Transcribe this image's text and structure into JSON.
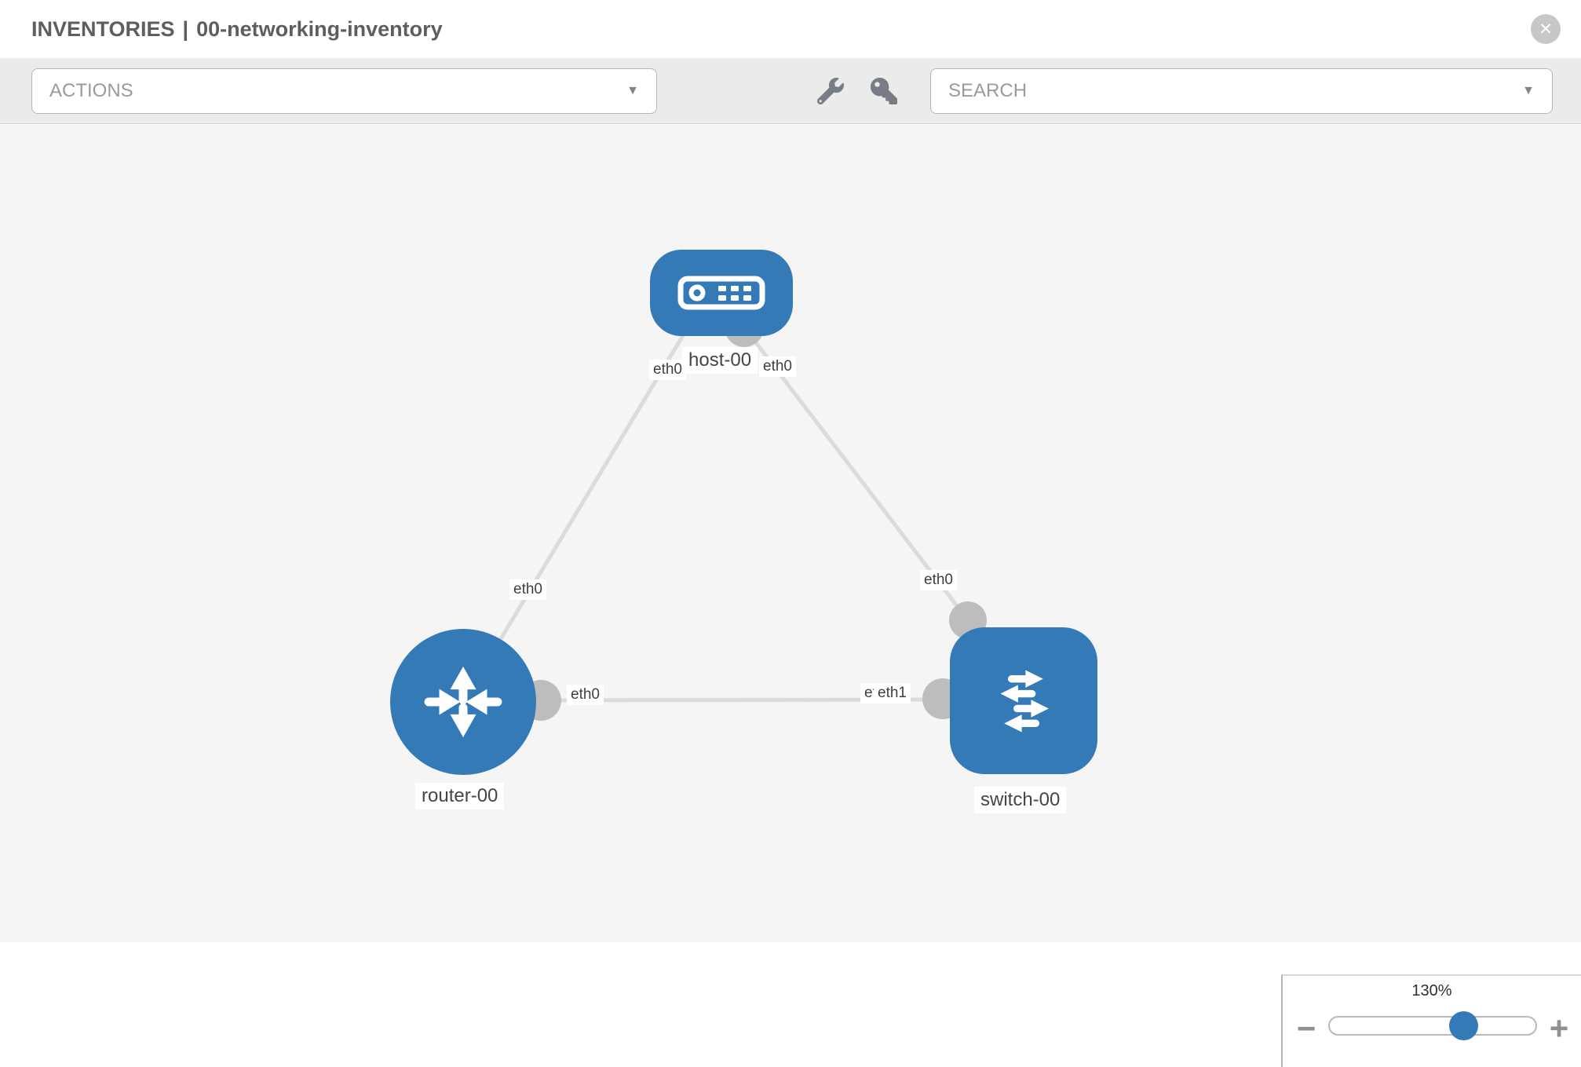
{
  "header": {
    "section": "INVENTORIES",
    "separator": "|",
    "item": "00-networking-inventory",
    "close_glyph": "✕"
  },
  "toolbar": {
    "actions_label": "ACTIONS",
    "search_label": "SEARCH",
    "caret_glyph": "▼"
  },
  "topology": {
    "nodes": {
      "host": {
        "name": "host-00",
        "type": "host"
      },
      "router": {
        "name": "router-00",
        "type": "router"
      },
      "switch": {
        "name": "switch-00",
        "type": "switch"
      }
    },
    "links": [
      {
        "from": "host-00",
        "to": "router-00",
        "from_interface": "eth0",
        "to_interface": "eth0"
      },
      {
        "from": "host-00",
        "to": "switch-00",
        "from_interface": "eth0",
        "to_interface": "eth0"
      },
      {
        "from": "router-00",
        "to": "switch-00",
        "from_interface": "eth0",
        "to_interface": "eth1"
      }
    ],
    "interface_labels": {
      "host_left": "eth0",
      "host_right": "eth0",
      "link_host_router": "eth0",
      "router_right": "eth0",
      "switch_top": "eth0",
      "switch_left_under": "eth0",
      "switch_left": "eth1"
    }
  },
  "zoom_control": {
    "level": "130%",
    "minus_glyph": "−",
    "plus_glyph": "+"
  },
  "colors": {
    "node_blue": "#337ab7",
    "link_gray": "#dbdbdb",
    "port_gray": "#bdbdbd",
    "canvas_bg": "#f5f5f5",
    "toolbar_bg": "#ebebeb"
  }
}
